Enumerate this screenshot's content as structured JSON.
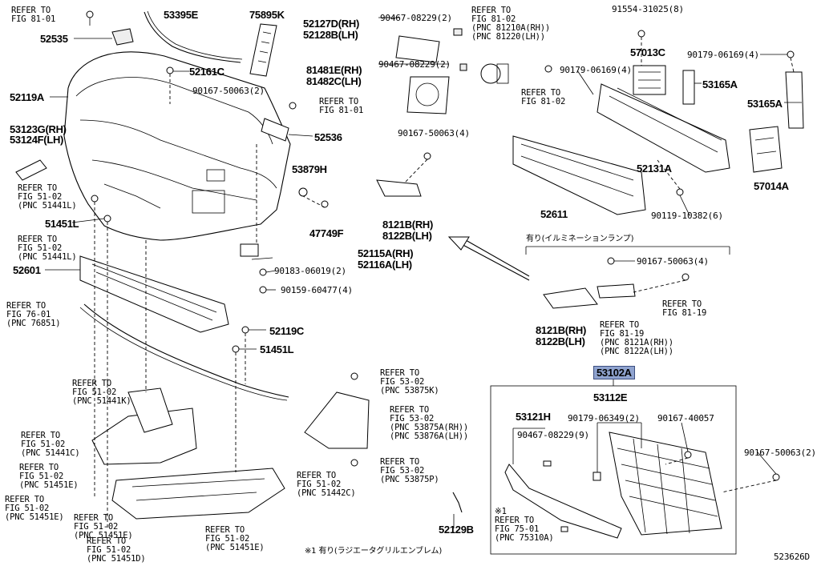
{
  "labels": {
    "p52535": "52535",
    "p53395E": "53395E",
    "p75895K": "75895K",
    "p52127D": "52127D(RH)",
    "p52128B": "52128B(LH)",
    "p90467_08229_2a": "90467-08229(2)",
    "p90467_08229_2b": "90467-08229(2)",
    "p81481E": "81481E(RH)",
    "p81482C": "81482C(LH)",
    "p91554": "91554-31025(8)",
    "p57013C": "57013C",
    "p90179_06169a": "90179-06169(4)",
    "p90179_06169b": "90179-06169(4)",
    "p53165A_a": "53165A",
    "p53165A_b": "53165A",
    "p52161C": "52161C",
    "p52119A": "52119A",
    "p90167_50063_2": "90167-50063(2)",
    "p53123G": "53123G(RH)",
    "p53124F": "53124F(LH)",
    "p52536": "52536",
    "p90167_50063_4a": "90167-50063(4)",
    "p52131A": "52131A",
    "p57014A": "57014A",
    "p53879H": "53879H",
    "p52611": "52611",
    "p90119": "90119-10382(6)",
    "p47749F": "47749F",
    "p8121B_a": "8121B(RH)",
    "p8122B_a": "8122B(LH)",
    "p51451L_a": "51451L",
    "p52115A": "52115A(RH)",
    "p52116A": "52116A(LH)",
    "p90183": "90183-06019(2)",
    "p52601": "52601",
    "p90159": "90159-60477(4)",
    "p90167_50063_4b": "90167-50063(4)",
    "p52119C": "52119C",
    "p51451L_b": "51451L",
    "p8121B_b": "8121B(RH)",
    "p8122B_b": "8122B(LH)",
    "p53102A": "53102A",
    "p53112E": "53112E",
    "p53121H": "53121H",
    "p90179_06349": "90179-06349(2)",
    "p90167_40057": "90167-40057",
    "p90467_08229_9": "90467-08229(9)",
    "p90167_50063_2b": "90167-50063(2)",
    "p52129B": "52129B",
    "footer_code": "523626D"
  },
  "refs": {
    "r1": "REFER TO\nFIG 81-01",
    "r2": "REFER TO\nFIG 81-02\n(PNC 81210A(RH))\n(PNC 81220(LH))",
    "r3": "REFER TO\nFIG 81-02",
    "r4": "REFER TO\nFIG 81-01",
    "r5": "REFER TO\nFIG 51-02\n(PNC 51441L)",
    "r6": "REFER TO\nFIG 51-02\n(PNC 51441L)",
    "r7": "REFER TO\nFIG 76-01\n(PNC 76851)",
    "r8": "REFER TO\nFIG 81-19",
    "r9": "REFER TO\nFIG 81-19\n(PNC 8121A(RH))\n(PNC 8122A(LH))",
    "r10": "REFER TO\nFIG 53-02\n(PNC 53875K)",
    "r11": "REFER TO\nFIG 51-02\n(PNC 51441K)",
    "r12": "REFER TO\nFIG 53-02\n(PNC 53875A(RH))\n(PNC 53876A(LH))",
    "r13": "REFER TO\nFIG 51-02\n(PNC 51441C)",
    "r14": "REFER TO\nFIG 53-02\n(PNC 53875P)",
    "r15": "REFER TO\nFIG 51-02\n(PNC 51451E)",
    "r16": "REFER TO\nFIG 51-02\n(PNC 51442C)",
    "r17": "REFER TO\nFIG 51-02\n(PNC 51451E)",
    "r18": "REFER TO\nFIG 51-02\n(PNC 51451E)",
    "r19": "REFER TO\nFIG 51-02\n(PNC 51451D)",
    "r20": "REFER TO\nFIG 51-02\n(PNC 51451E)",
    "r21": "※1\nREFER TO\nFIG 75-01\n(PNC 75310A)"
  },
  "notes": {
    "illumination": "有り(イルミネーションランプ)",
    "footnote": "※1 有り(ラジエータグリルエンブレム)"
  },
  "colors": {
    "highlight": "#8fa3cf"
  }
}
